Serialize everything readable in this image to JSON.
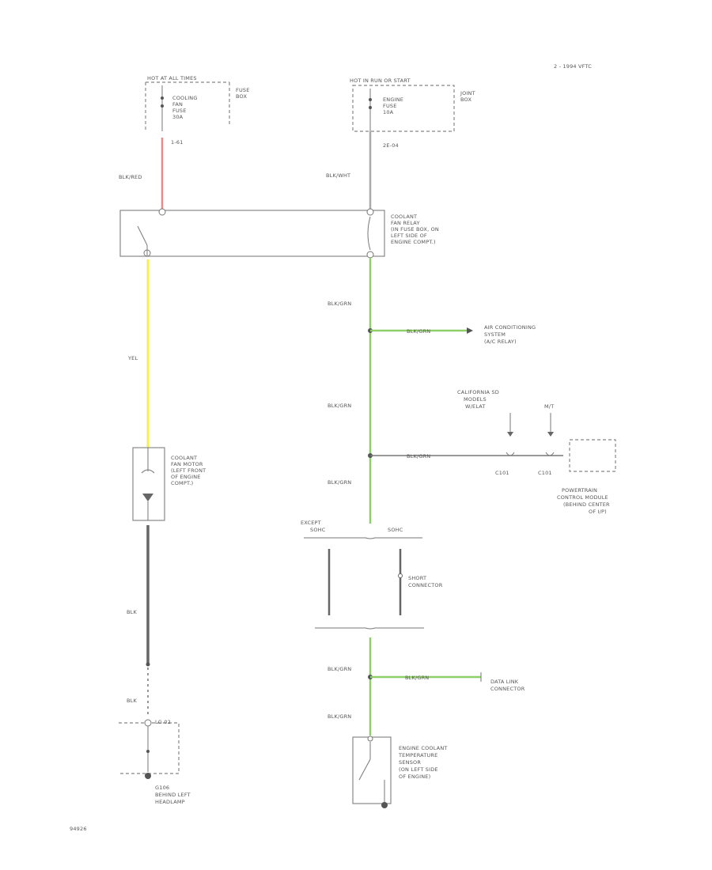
{
  "page_code": "2 - 1994 VFTC",
  "footer_code": "94926",
  "hot_all_times": "HOT AT ALL TIMES",
  "hot_run_start": "HOT IN RUN OR START",
  "fuse_left": [
    "COOLING",
    "FAN",
    "FUSE",
    "30A"
  ],
  "fuse_right": [
    "ENGINE",
    "FUSE",
    "10A"
  ],
  "fuse_box_label": [
    "FUSE",
    "BOX"
  ],
  "joint_box_label": [
    "JOINT",
    "BOX"
  ],
  "wire_red_id": "1-61",
  "wire_blk_id": "2E-04",
  "wire_blk_red": "BLK/RED",
  "wire_blk_wht": "BLK/WHT",
  "relay_label": [
    "COOLANT",
    "FAN RELAY",
    "(IN FUSE BOX, ON",
    "LEFT SIDE OF",
    "ENGINE COMPT.)"
  ],
  "wire_yel": "YEL",
  "wire_blk_grn": "BLK/GRN",
  "ac_label": [
    "AIR CONDITIONING",
    "SYSTEM",
    "(A/C RELAY)"
  ],
  "calif_label": [
    "CALIFORNIA SD",
    "MODELS",
    "W/ELAT"
  ],
  "mt_label": "M/T",
  "connector_c1": "C101",
  "connector_c2": "C101",
  "pcm_label": [
    "POWERTRAIN",
    "CONTROL MODULE",
    "(BEHIND CENTER",
    "OF I/P)"
  ],
  "motor_label": [
    "COOLANT",
    "FAN MOTOR",
    "(LEFT FRONT",
    "OF ENGINE",
    "COMPT.)"
  ],
  "except_label": [
    "EXCEPT",
    "SOHC"
  ],
  "sohc_label": "SOHC",
  "short_conn_label": [
    "SHORT",
    "CONNECTOR"
  ],
  "wire_blk": "BLK",
  "g_id": "LG 02",
  "ground_label": [
    "G106",
    "BEHIND LEFT",
    "HEADLAMP"
  ],
  "dlc_label": [
    "DATA LINK",
    "CONNECTOR"
  ],
  "sensor_label": [
    "ENGINE COOLANT",
    "TEMPERATURE",
    "SENSOR",
    "(ON LEFT SIDE",
    "OF ENGINE)"
  ],
  "colors": {
    "red": "#e88a8a",
    "yellow": "#f5f04a",
    "green": "#8fcf68",
    "black": "#666666",
    "gray": "#aaaaaa"
  }
}
